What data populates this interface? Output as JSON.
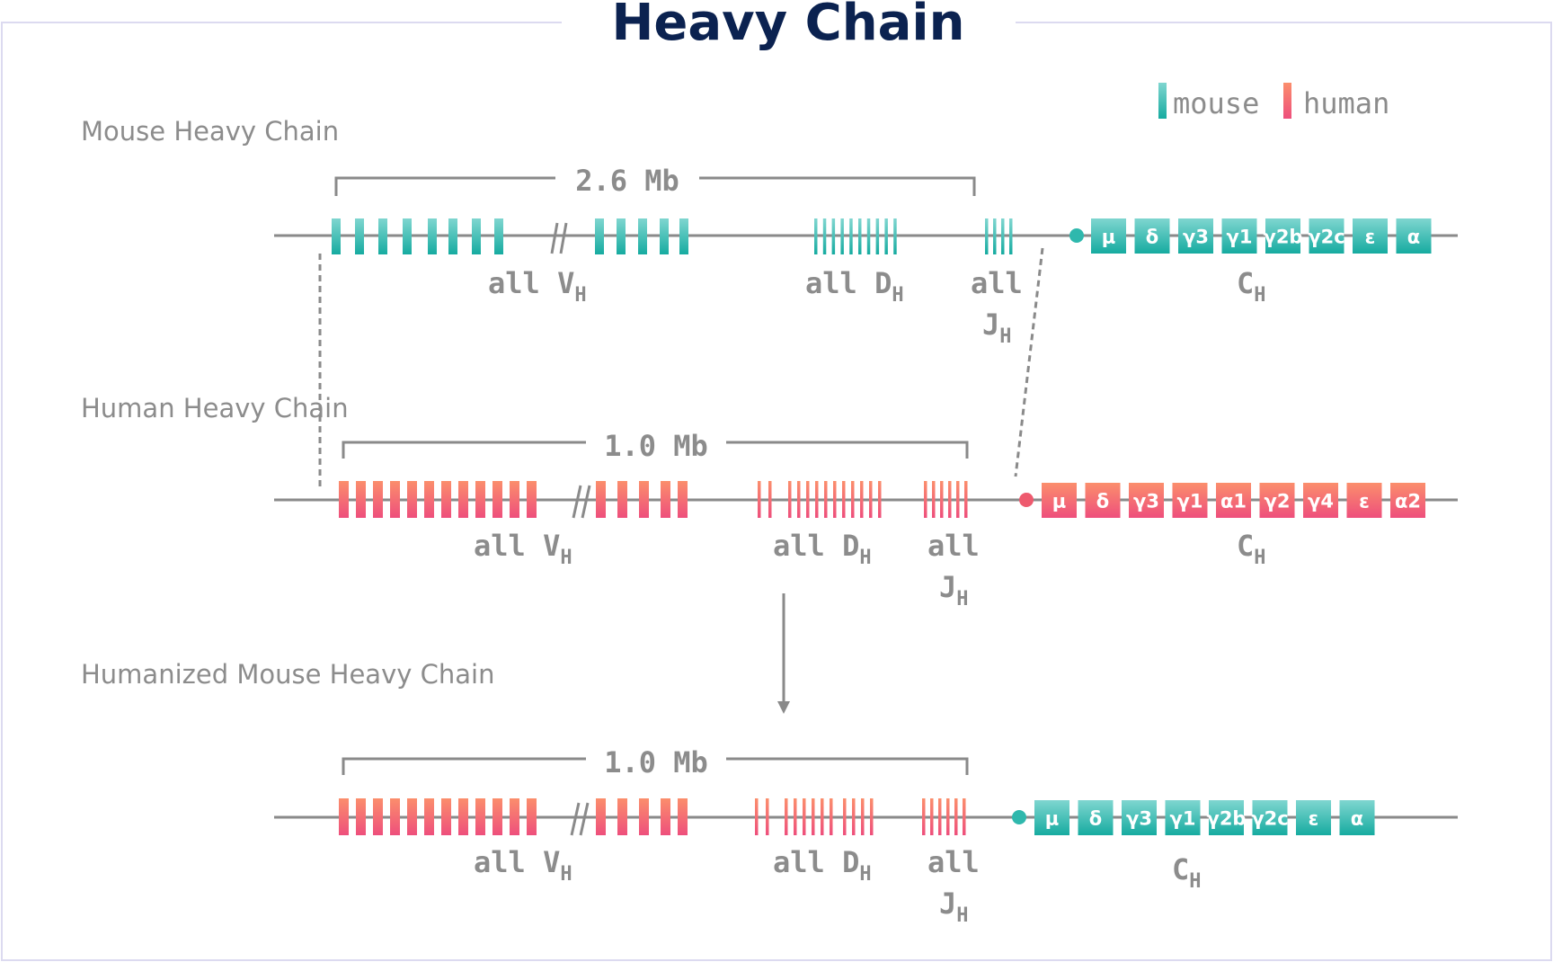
{
  "title": "Heavy Chain",
  "legend": {
    "mouse": "mouse",
    "human": "human"
  },
  "colors": {
    "mouse_top": "#7fd6d0",
    "mouse_bottom": "#16aba0",
    "human_top": "#fb8e6c",
    "human_bottom": "#ee4f7c",
    "line": "#8a8a8a",
    "label": "#8c8c8c",
    "title": "#0b2250",
    "frame": "#dcdaf0"
  },
  "mouse_heavy": {
    "name": "Mouse Heavy Chain",
    "span": "2.6 Mb",
    "v_label": "all V",
    "v_sub": "H",
    "d_label": "all D",
    "d_sub": "H",
    "j_label1": "all",
    "j_label2": "J",
    "j_sub": "H",
    "c_label": "C",
    "c_sub": "H",
    "constant_genes": [
      "μ",
      "δ",
      "γ3",
      "γ1",
      "γ2b",
      "γ2c",
      "ε",
      "α"
    ]
  },
  "human_heavy": {
    "name": "Human Heavy Chain",
    "span": "1.0 Mb",
    "v_label": "all V",
    "v_sub": "H",
    "d_label": "all D",
    "d_sub": "H",
    "j_label1": "all",
    "j_label2": "J",
    "j_sub": "H",
    "c_label": "C",
    "c_sub": "H",
    "constant_genes": [
      "μ",
      "δ",
      "γ3",
      "γ1",
      "α1",
      "γ2",
      "γ4",
      "ε",
      "α2"
    ]
  },
  "humanized_heavy": {
    "name": "Humanized Mouse Heavy Chain",
    "span": "1.0 Mb",
    "v_label": "all V",
    "v_sub": "H",
    "d_label": "all D",
    "d_sub": "H",
    "j_label1": "all",
    "j_label2": "J",
    "j_sub": "H",
    "c_label": "C",
    "c_sub": "H",
    "constant_genes": [
      "μ",
      "δ",
      "γ3",
      "γ1",
      "γ2b",
      "γ2c",
      "ε",
      "α"
    ]
  }
}
